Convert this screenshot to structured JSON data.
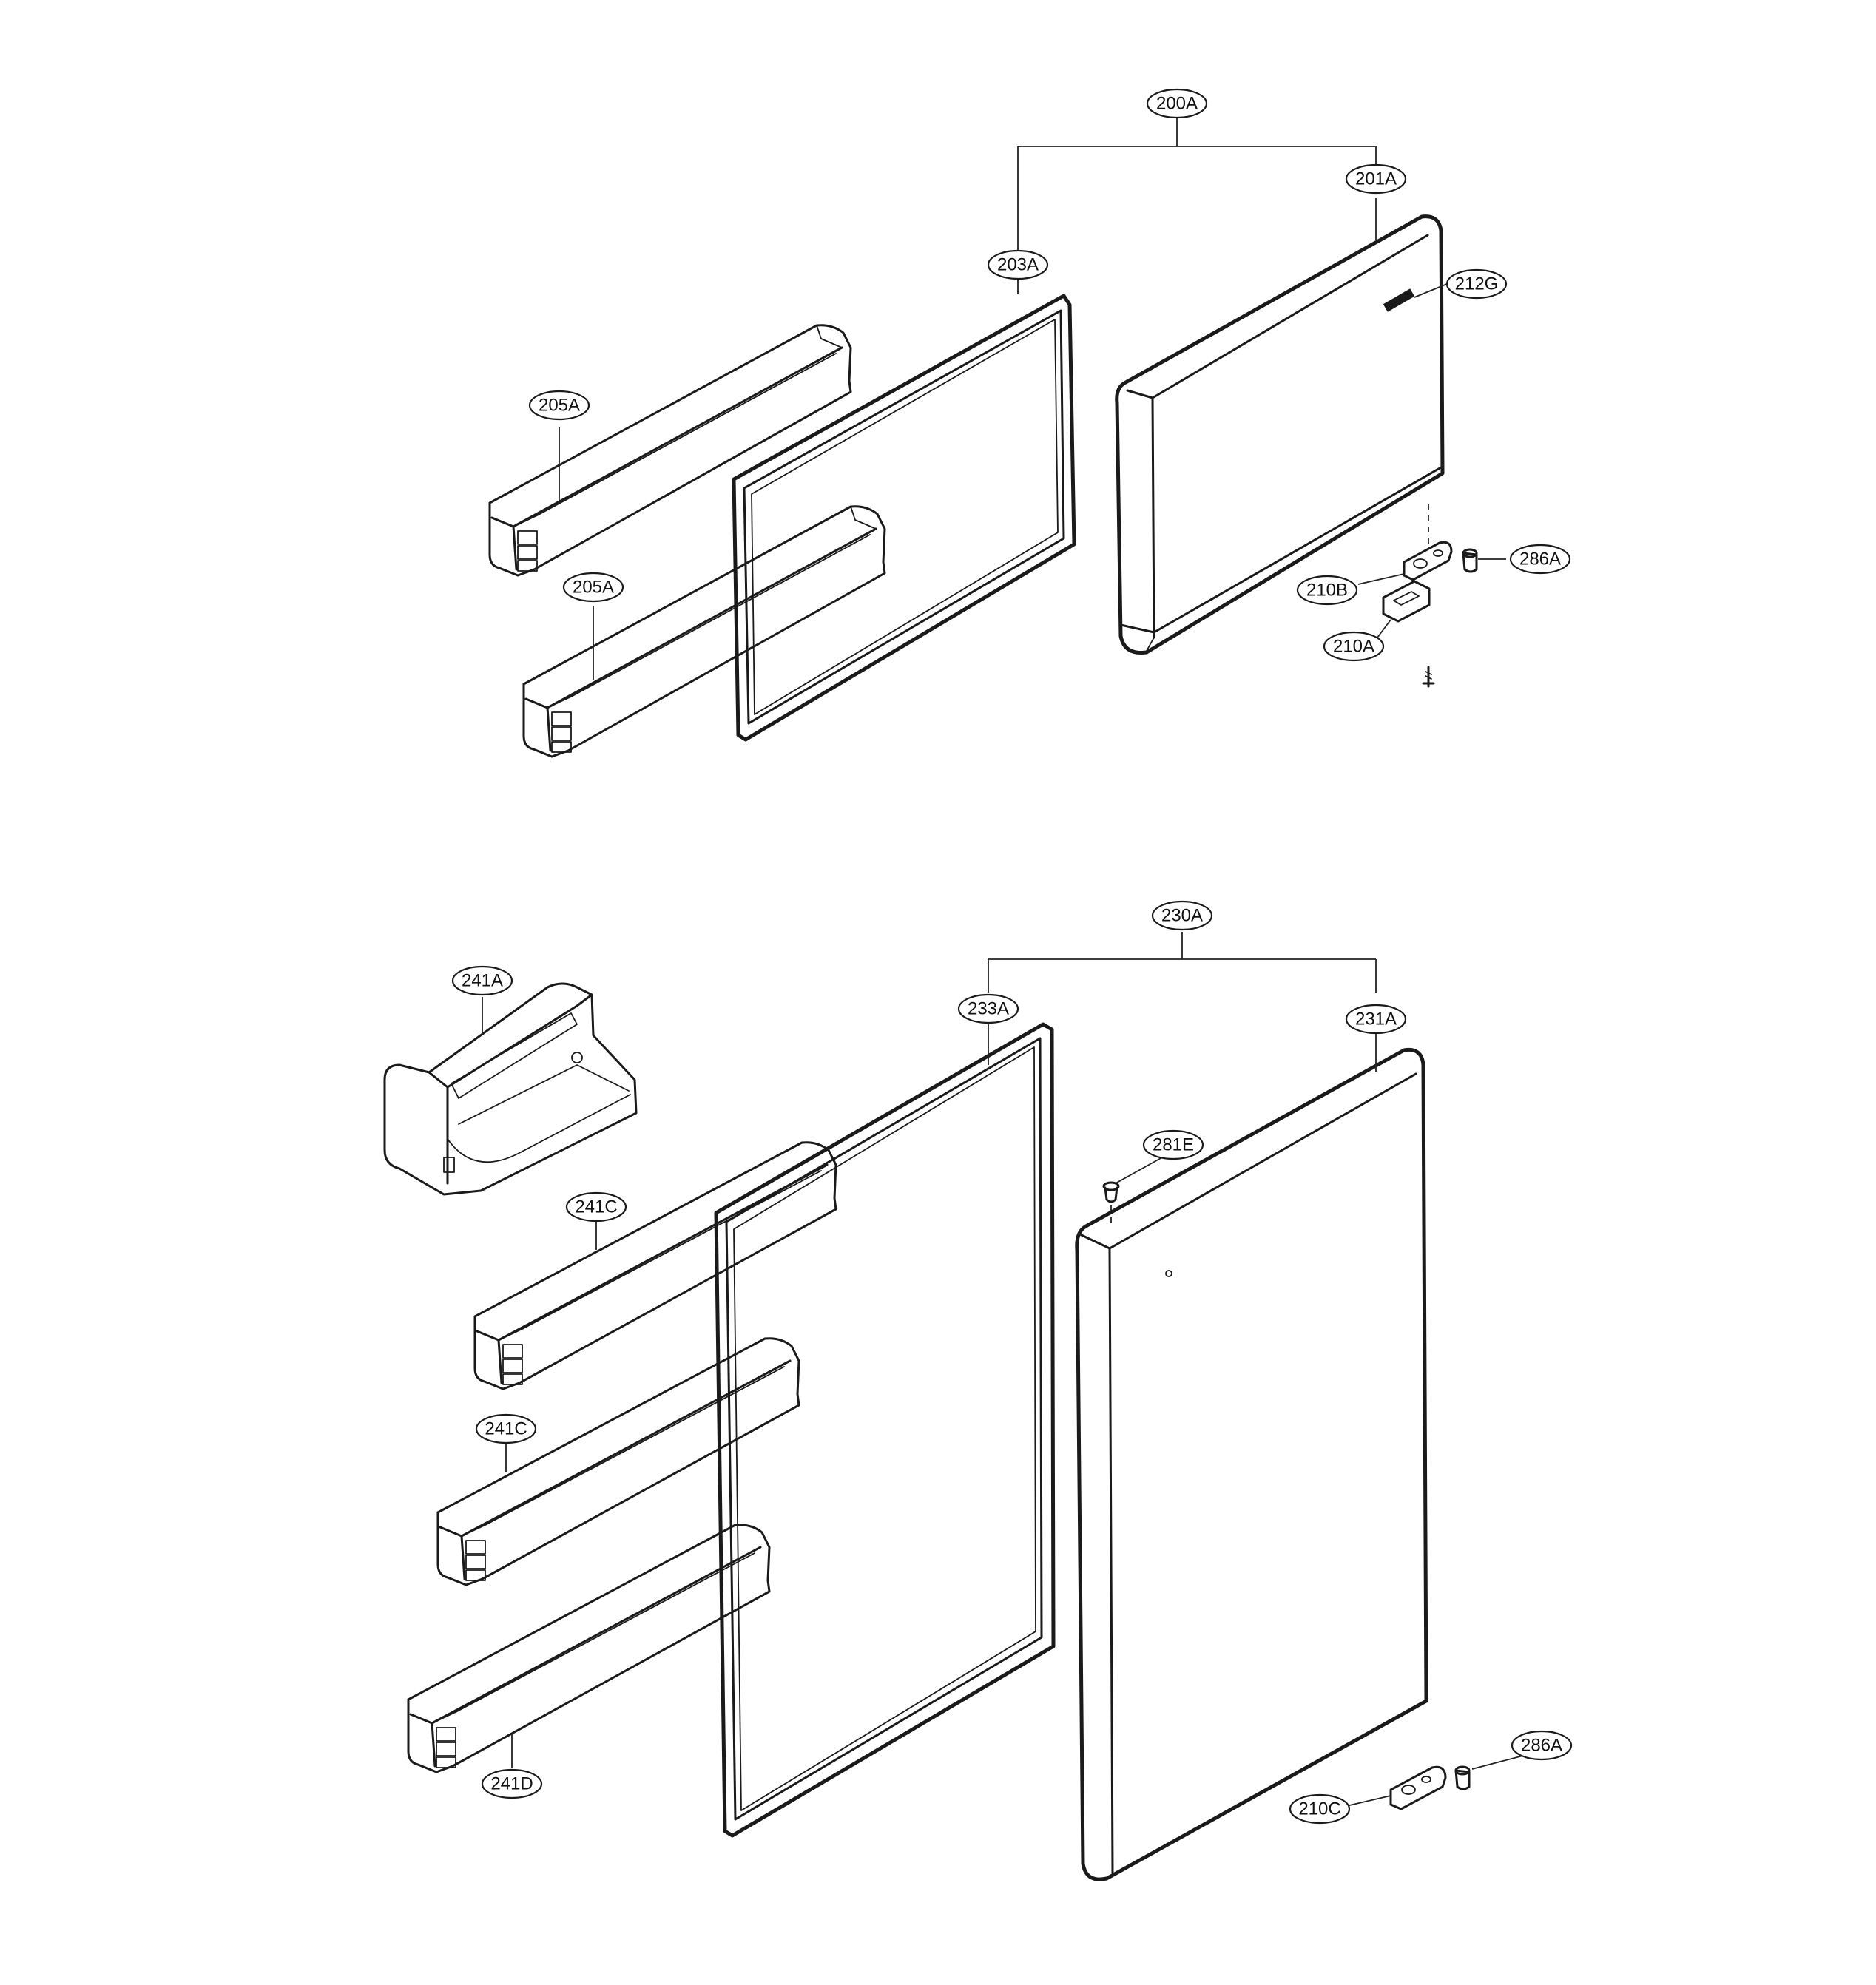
{
  "callouts": {
    "c200A": "200A",
    "c201A": "201A",
    "c203A": "203A",
    "c212G": "212G",
    "c205A_top": "205A",
    "c205A_bottom": "205A",
    "c286A_top": "286A",
    "c210B": "210B",
    "c210A": "210A",
    "c230A": "230A",
    "c241A": "241A",
    "c233A": "233A",
    "c231A": "231A",
    "c281E": "281E",
    "c241C_top": "241C",
    "c241C_bottom": "241C",
    "c241D": "241D",
    "c286A_bottom": "286A",
    "c210C": "210C"
  }
}
